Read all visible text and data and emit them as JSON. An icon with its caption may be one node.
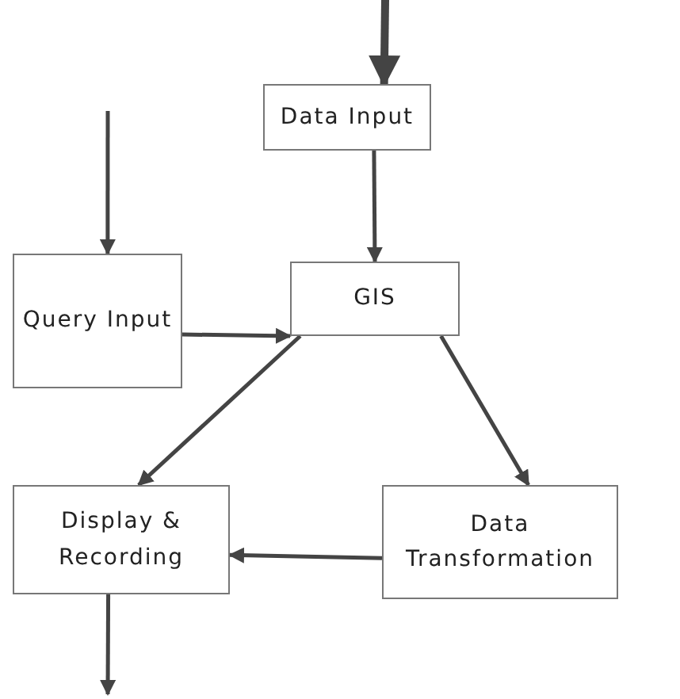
{
  "diagram": {
    "nodes": [
      {
        "text": [
          "Data Input"
        ]
      },
      {
        "text": [
          "Query Input"
        ]
      },
      {
        "text": [
          "GIS"
        ]
      },
      {
        "text": [
          "Display & Recording"
        ]
      },
      {
        "text": [
          "Data Transformation"
        ]
      }
    ],
    "edges": [
      {
        "from": null,
        "to": 0,
        "arrow": "to",
        "style": "thick"
      },
      {
        "from": null,
        "to": 1,
        "arrow": "to"
      },
      {
        "from": 0,
        "to": 2,
        "arrow": "to"
      },
      {
        "from": 1,
        "to": 2,
        "arrow": "to"
      },
      {
        "from": 2,
        "to": 3,
        "arrow": "to"
      },
      {
        "from": 2,
        "to": 4,
        "arrow": "to"
      },
      {
        "from": 4,
        "to": 3,
        "arrow": "to"
      },
      {
        "from": 3,
        "to": null,
        "arrow": "to"
      }
    ]
  }
}
